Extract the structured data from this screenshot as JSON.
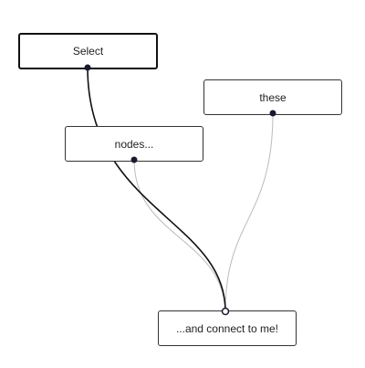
{
  "diagram": {
    "nodes": [
      {
        "id": "select",
        "label": "Select",
        "selected": true
      },
      {
        "id": "nodes",
        "label": "nodes...",
        "selected": false
      },
      {
        "id": "these",
        "label": "these",
        "selected": false
      },
      {
        "id": "target",
        "label": "...and connect to me!",
        "selected": false
      }
    ],
    "edges": [
      {
        "from": "select",
        "to": "target",
        "highlighted": true
      },
      {
        "from": "nodes",
        "to": "target",
        "highlighted": false
      },
      {
        "from": "these",
        "to": "target",
        "highlighted": false
      }
    ]
  },
  "colors": {
    "edge_highlight": "#111111",
    "edge_normal": "#bbbbbb",
    "handle": "#1a1a2e",
    "node_border": "#333333"
  }
}
